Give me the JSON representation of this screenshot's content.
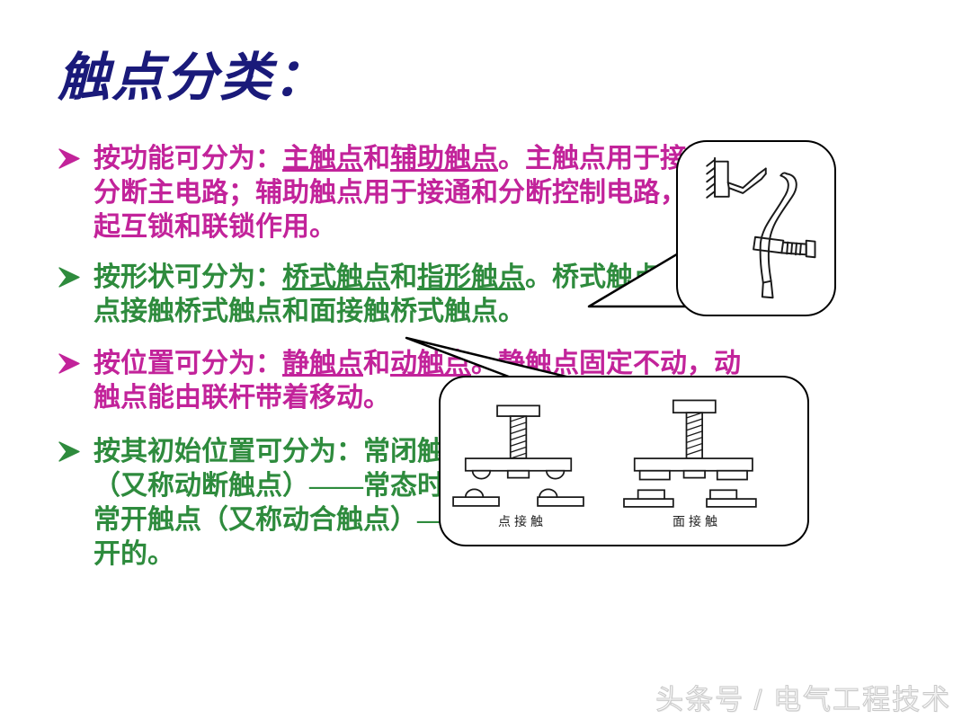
{
  "slide": {
    "title": "触点分类：",
    "title_color": "#1a1a7a",
    "background": "#ffffff",
    "magenta": "#c2239a",
    "green": "#2e8b3d"
  },
  "bullets": [
    {
      "id": "bullet-function",
      "marker": "arrow-bullet",
      "marker_color": "#c2239a",
      "color": "#c2239a",
      "lines": [
        "按功能可分为：主触点和辅助触点。主触点用于接通和",
        "分断主电路；辅助触点用于接通和分断控制电路，还能",
        "起互锁和联锁作用。"
      ],
      "line_segments": [
        [
          {
            "text": "按功能可分为：",
            "underline": false
          },
          {
            "text": "主触点",
            "underline": true
          },
          {
            "text": "和",
            "underline": false
          },
          {
            "text": "辅助触点",
            "underline": true
          },
          {
            "text": "。主触点用于接通和",
            "underline": false
          }
        ],
        [
          {
            "text": "分断主电路；辅助触点用于接通和分断控制电路，还能",
            "underline": false
          }
        ],
        [
          {
            "text": "起互锁和联锁作用。",
            "underline": false
          }
        ]
      ]
    },
    {
      "id": "bullet-shape",
      "marker": "arrow-bullet",
      "marker_color": "#2e8b3d",
      "color": "#2e8b3d",
      "lines": [
        "按形状可分为：桥式触点和指形触点。桥式触点又分为",
        "点接触桥式触点和面接触桥式触点。"
      ],
      "line_segments": [
        [
          {
            "text": "按形状可分为：",
            "underline": false
          },
          {
            "text": "桥式触点",
            "underline": true
          },
          {
            "text": "和",
            "underline": false
          },
          {
            "text": "指形触点",
            "underline": true
          },
          {
            "text": "。桥式触点又分为",
            "underline": false
          }
        ],
        [
          {
            "text": "点接触桥式触点和面接触桥式触点。",
            "underline": false
          }
        ]
      ]
    },
    {
      "id": "bullet-position",
      "marker": "arrow-bullet",
      "marker_color": "#c2239a",
      "color": "#c2239a",
      "lines": [
        "按位置可分为：静触点和动触点。静触点固定不动，动",
        "触点能由联杆带着移动。"
      ],
      "line_segments": [
        [
          {
            "text": "按位置可分为：",
            "underline": false
          },
          {
            "text": "静触点",
            "underline": true
          },
          {
            "text": "和",
            "underline": false
          },
          {
            "text": "动触点",
            "underline": true
          },
          {
            "text": "。静触点固定不动，动",
            "underline": false
          }
        ],
        [
          {
            "text": "触点能由联杆带着移动。",
            "underline": false
          }
        ]
      ]
    },
    {
      "id": "bullet-initial-position",
      "marker": "arrow-bullet",
      "marker_color": "#2e8b3d",
      "color": "#2e8b3d",
      "lines": [
        "按其初始位置可分为：常闭触点和常开触点。常闭触点",
        "（又称动断触点）——常态时动、静触点是闭合的。",
        "常开触点（又称动合触点）——常态时动、静触点是分",
        "开的。"
      ],
      "line_segments": [
        [
          {
            "text": "按其初始位置可分为：常闭触点和常开触点。常闭触点",
            "underline": false
          }
        ],
        [
          {
            "text": "（又称动断触点）——常态时动、静触点是闭合的。",
            "underline": false
          }
        ],
        [
          {
            "text": "常开触点（又称动合触点）——常态时动、静触点是分",
            "underline": false
          }
        ],
        [
          {
            "text": "开的。",
            "underline": false
          }
        ]
      ]
    }
  ],
  "callouts": [
    {
      "id": "callout-finger-contact",
      "description": "finger-type contact drawing",
      "labels": []
    },
    {
      "id": "callout-bridge-contact",
      "description": "bridge-type contact drawing",
      "labels": [
        "点接触",
        "面接触"
      ]
    }
  ],
  "bridge_labels": {
    "point_contact": "点接触",
    "surface_contact": "面接触"
  },
  "watermark": {
    "text": "头条号 / 电气工程技术"
  }
}
